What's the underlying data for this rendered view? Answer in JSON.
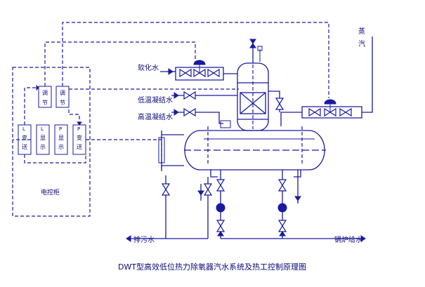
{
  "labels": {
    "soft_water": "软化水",
    "low_temp_condensate": "低温凝结水",
    "high_temp_condensate": "高温凝结水",
    "steam_char1": "蒸",
    "steam_char2": "汽",
    "blowdown": "排污水",
    "boiler_feed": "锅炉给水",
    "cabinet": "电控柜",
    "title": "DWT型高效低位热力除氧器汽水系统及热工控制原理图"
  },
  "cabinet_modules": {
    "regulator_1": [
      "调",
      "节"
    ],
    "regulator_2": [
      "调",
      "节"
    ],
    "transmitter_1": [
      "变",
      "送"
    ],
    "display_1": [
      "显",
      "示"
    ],
    "display_2": [
      "显",
      "示"
    ],
    "transmitter_2": [
      "变",
      "送"
    ],
    "tag_1": "L",
    "tag_2": "L",
    "tag_3": "P",
    "tag_4": "P"
  },
  "colors": {
    "line": "#1a1aa0",
    "text": "#0a0a7a",
    "background": "#ffffff"
  }
}
